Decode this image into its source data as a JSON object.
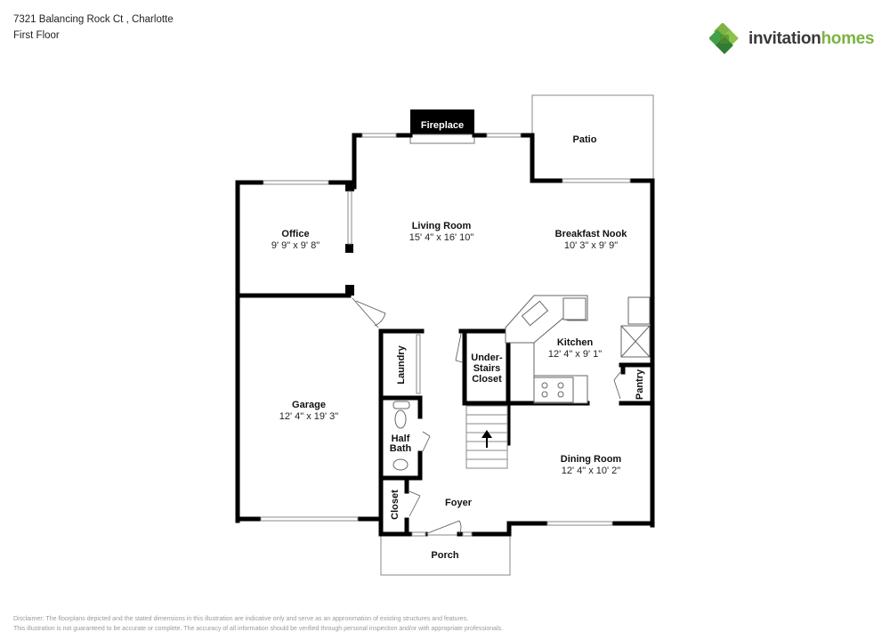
{
  "header": {
    "address": "7321 Balancing Rock Ct , Charlotte",
    "floor": "First Floor"
  },
  "logo": {
    "word1": "invitation",
    "word2": "homes",
    "colors": {
      "dark_green": "#2e7d32",
      "light_green": "#7cb342",
      "text_gray": "#3a3a3a"
    }
  },
  "rooms": {
    "fireplace": {
      "name": "Fireplace"
    },
    "patio": {
      "name": "Patio"
    },
    "office": {
      "name": "Office",
      "dims": "9' 9\" x 9' 8\""
    },
    "living_room": {
      "name": "Living Room",
      "dims": "15' 4\" x 16' 10\""
    },
    "breakfast_nook": {
      "name": "Breakfast Nook",
      "dims": "10' 3\" x 9' 9\""
    },
    "kitchen": {
      "name": "Kitchen",
      "dims": "12' 4\" x 9' 1\""
    },
    "garage": {
      "name": "Garage",
      "dims": "12' 4\" x 19' 3\""
    },
    "laundry": {
      "name": "Laundry"
    },
    "under_stairs_closet": {
      "line1": "Under-",
      "line2": "Stairs",
      "line3": "Closet"
    },
    "pantry": {
      "name": "Pantry"
    },
    "half_bath": {
      "line1": "Half",
      "line2": "Bath"
    },
    "dining_room": {
      "name": "Dining Room",
      "dims": "12' 4\" x 10' 2\""
    },
    "closet": {
      "name": "Closet"
    },
    "foyer": {
      "name": "Foyer"
    },
    "porch": {
      "name": "Porch"
    }
  },
  "disclaimer": {
    "line1": "Disclaimer: The floorplans depicted and the stated dimensions in this illustration are indicative only and serve as an approximation of existing structures and features.",
    "line2": "This illustration is not guaranteed to be accurate or complete. The accuracy of all information should be verified through personal inspection and/or with appropriate professionals."
  }
}
